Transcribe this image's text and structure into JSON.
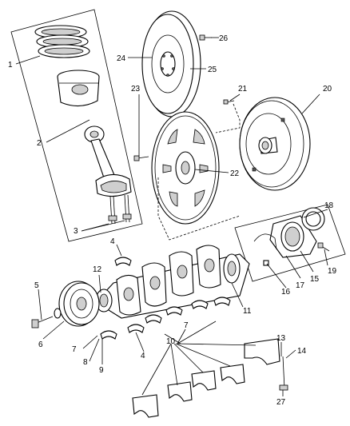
{
  "callouts": {
    "c1": "1",
    "c2": "2",
    "c3": "3",
    "c4a": "4",
    "c4b": "4",
    "c5": "5",
    "c6": "6",
    "c7a": "7",
    "c7b": "7",
    "c8": "8",
    "c9": "9",
    "c10": "10",
    "c11": "11",
    "c12": "12",
    "c13": "13",
    "c14": "14",
    "c15": "15",
    "c16": "16",
    "c17": "17",
    "c18": "18",
    "c19": "19",
    "c20": "20",
    "c21": "21",
    "c22": "22",
    "c23": "23",
    "c24": "24",
    "c25": "25",
    "c26": "26",
    "c27": "27"
  },
  "colors": {
    "line": "#000000",
    "shade": "#cfcfcf",
    "background": "#ffffff"
  }
}
